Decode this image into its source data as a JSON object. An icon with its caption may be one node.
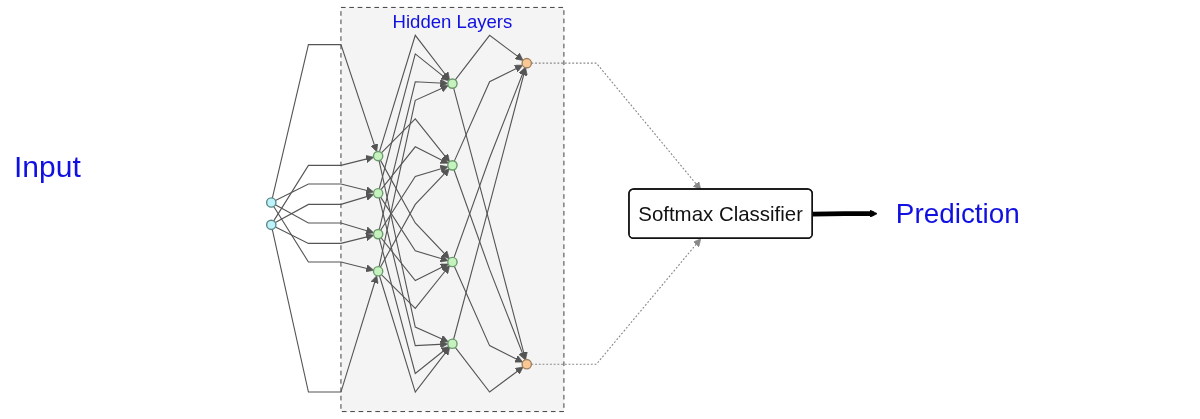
{
  "diagram": {
    "nodes": [
      {
        "text": [],
        "shape": "circle"
      },
      {
        "text": [],
        "shape": "circle"
      },
      {
        "text": [
          "Hidden Layers"
        ]
      },
      {
        "text": [],
        "shape": "circle",
        "in": 2
      },
      {
        "text": [],
        "shape": "circle",
        "in": 2
      },
      {
        "text": [],
        "shape": "circle",
        "in": 2
      },
      {
        "text": [],
        "shape": "circle",
        "in": 2
      },
      {
        "text": [],
        "shape": "circle",
        "in": 2
      },
      {
        "text": [],
        "shape": "circle",
        "in": 2
      },
      {
        "text": [],
        "shape": "circle",
        "in": 2
      },
      {
        "text": [],
        "shape": "circle",
        "in": 2
      },
      {
        "text": [],
        "shape": "circle",
        "in": 2
      },
      {
        "text": [],
        "shape": "circle",
        "in": 2
      },
      {
        "text": [
          "Softmax Classifier"
        ]
      },
      {
        "text": [
          "Prediction"
        ]
      }
    ],
    "edges": [
      {
        "from": 0,
        "to": 3,
        "arrow": "to"
      },
      {
        "from": 0,
        "to": 4,
        "arrow": "to"
      },
      {
        "from": 0,
        "to": 5,
        "arrow": "to"
      },
      {
        "from": 0,
        "to": 6,
        "arrow": "to"
      },
      {
        "from": 1,
        "to": 3,
        "arrow": "to"
      },
      {
        "from": 1,
        "to": 4,
        "arrow": "to"
      },
      {
        "from": 1,
        "to": 5,
        "arrow": "to"
      },
      {
        "from": 1,
        "to": 6,
        "arrow": "to"
      },
      {
        "from": 3,
        "to": 7,
        "arrow": "to"
      },
      {
        "from": 3,
        "to": 8,
        "arrow": "to"
      },
      {
        "from": 3,
        "to": 9,
        "arrow": "to"
      },
      {
        "from": 3,
        "to": 10,
        "arrow": "to"
      },
      {
        "from": 4,
        "to": 7,
        "arrow": "to"
      },
      {
        "from": 4,
        "to": 8,
        "arrow": "to"
      },
      {
        "from": 4,
        "to": 9,
        "arrow": "to"
      },
      {
        "from": 4,
        "to": 10,
        "arrow": "to"
      },
      {
        "from": 5,
        "to": 7,
        "arrow": "to"
      },
      {
        "from": 5,
        "to": 8,
        "arrow": "to"
      },
      {
        "from": 5,
        "to": 9,
        "arrow": "to"
      },
      {
        "from": 5,
        "to": 10,
        "arrow": "to"
      },
      {
        "from": 6,
        "to": 7,
        "arrow": "to"
      },
      {
        "from": 6,
        "to": 8,
        "arrow": "to"
      },
      {
        "from": 6,
        "to": 9,
        "arrow": "to"
      },
      {
        "from": 6,
        "to": 10,
        "arrow": "to"
      },
      {
        "from": 7,
        "to": 11,
        "arrow": "to"
      },
      {
        "from": 7,
        "to": 12,
        "arrow": "to"
      },
      {
        "from": 8,
        "to": 11,
        "arrow": "to"
      },
      {
        "from": 8,
        "to": 12,
        "arrow": "to"
      },
      {
        "from": 9,
        "to": 11,
        "arrow": "to"
      },
      {
        "from": 9,
        "to": 12,
        "arrow": "to"
      },
      {
        "from": 10,
        "to": 11,
        "arrow": "to"
      },
      {
        "from": 10,
        "to": 12,
        "arrow": "to"
      },
      {
        "from": 11,
        "to": 13,
        "arrow": "to",
        "style": "dashed",
        "color": "#888888"
      },
      {
        "from": 12,
        "to": 13,
        "arrow": "to",
        "style": "dashed",
        "color": "#888888"
      },
      {
        "from": 13,
        "to": 14,
        "arrow": "to",
        "style": "thick",
        "color": "#000000"
      }
    ],
    "labels": [
      "Input"
    ]
  }
}
